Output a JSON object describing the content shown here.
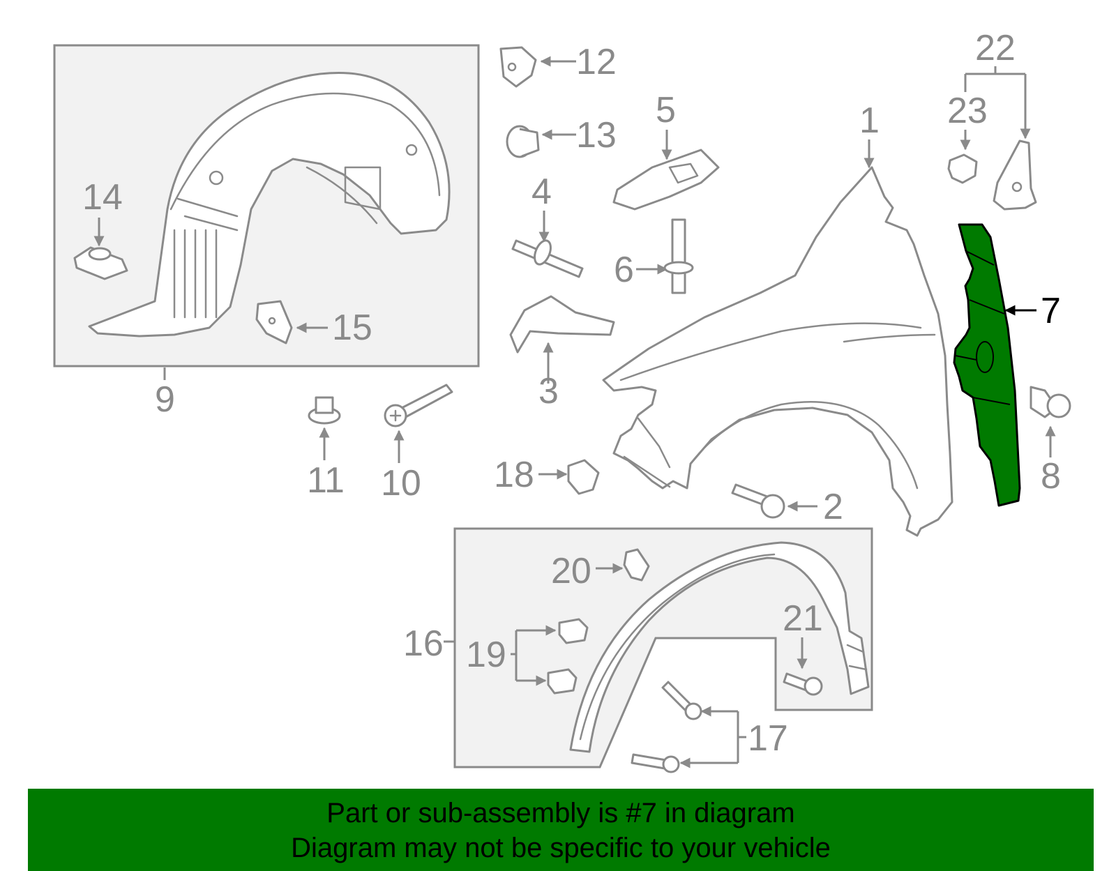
{
  "diagram": {
    "highlight_color": "#007a00",
    "line_color": "#8a8a8a",
    "box_fill": "#f2f2f2",
    "callouts": {
      "c1": "1",
      "c2": "2",
      "c3": "3",
      "c4": "4",
      "c5": "5",
      "c6": "6",
      "c7": "7",
      "c8": "8",
      "c9": "9",
      "c10": "10",
      "c11": "11",
      "c12": "12",
      "c13": "13",
      "c14": "14",
      "c15": "15",
      "c16": "16",
      "c17": "17",
      "c18": "18",
      "c19": "19",
      "c20": "20",
      "c21": "21",
      "c22": "22",
      "c23": "23"
    },
    "highlighted_part": "7"
  },
  "banner": {
    "line1": "Part or sub-assembly is #7 in diagram",
    "line2": "Diagram may not be specific to your vehicle",
    "background": "#007a00"
  }
}
